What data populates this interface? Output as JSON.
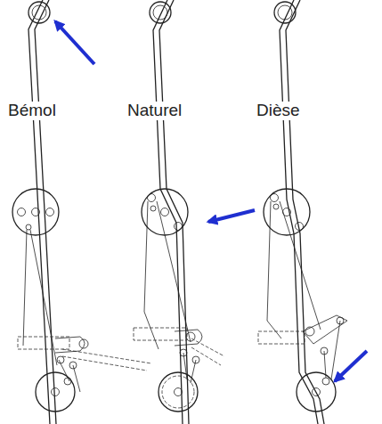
{
  "diagram": {
    "labels": [
      "Bémol",
      "Naturel",
      "Dièse"
    ]
  }
}
